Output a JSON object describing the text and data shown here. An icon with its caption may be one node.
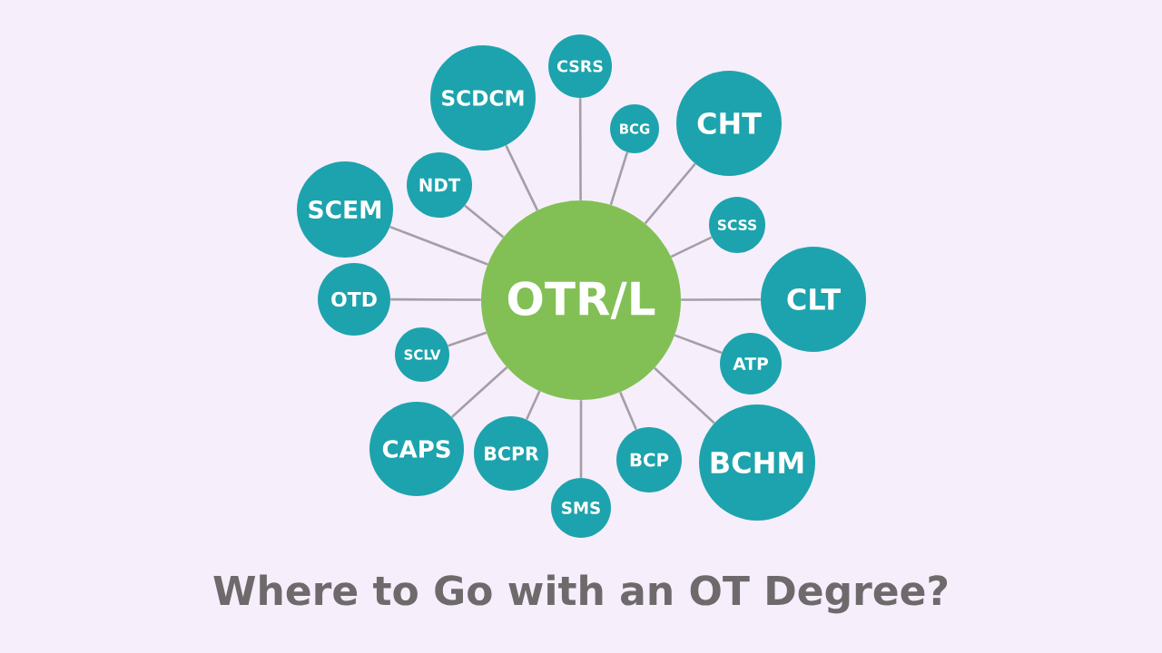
{
  "diagram": {
    "title": "Where to Go with an OT Degree?",
    "nodes": [
      {
        "text": [
          "OTR/L"
        ]
      },
      {
        "text": [
          "CSRS"
        ]
      },
      {
        "text": [
          "BCG"
        ]
      },
      {
        "text": [
          "CHT"
        ]
      },
      {
        "text": [
          "SCSS"
        ]
      },
      {
        "text": [
          "CLT"
        ]
      },
      {
        "text": [
          "ATP"
        ]
      },
      {
        "text": [
          "BCHM"
        ]
      },
      {
        "text": [
          "BCP"
        ]
      },
      {
        "text": [
          "SMS"
        ]
      },
      {
        "text": [
          "BCPR"
        ]
      },
      {
        "text": [
          "CAPS"
        ]
      },
      {
        "text": [
          "SCLV"
        ]
      },
      {
        "text": [
          "OTD"
        ]
      },
      {
        "text": [
          "SCEM"
        ]
      },
      {
        "text": [
          "NDT"
        ]
      },
      {
        "text": [
          "SCDCM"
        ]
      }
    ],
    "edges": [
      {
        "from": 0,
        "to": 1,
        "arrow": "none"
      },
      {
        "from": 0,
        "to": 2,
        "arrow": "none"
      },
      {
        "from": 0,
        "to": 3,
        "arrow": "none"
      },
      {
        "from": 0,
        "to": 4,
        "arrow": "none"
      },
      {
        "from": 0,
        "to": 5,
        "arrow": "none"
      },
      {
        "from": 0,
        "to": 6,
        "arrow": "none"
      },
      {
        "from": 0,
        "to": 7,
        "arrow": "none"
      },
      {
        "from": 0,
        "to": 8,
        "arrow": "none"
      },
      {
        "from": 0,
        "to": 9,
        "arrow": "none"
      },
      {
        "from": 0,
        "to": 10,
        "arrow": "none"
      },
      {
        "from": 0,
        "to": 11,
        "arrow": "none"
      },
      {
        "from": 0,
        "to": 12,
        "arrow": "none"
      },
      {
        "from": 0,
        "to": 13,
        "arrow": "none"
      },
      {
        "from": 0,
        "to": 14,
        "arrow": "none"
      },
      {
        "from": 0,
        "to": 15,
        "arrow": "none"
      },
      {
        "from": 0,
        "to": 16,
        "arrow": "none"
      }
    ]
  }
}
